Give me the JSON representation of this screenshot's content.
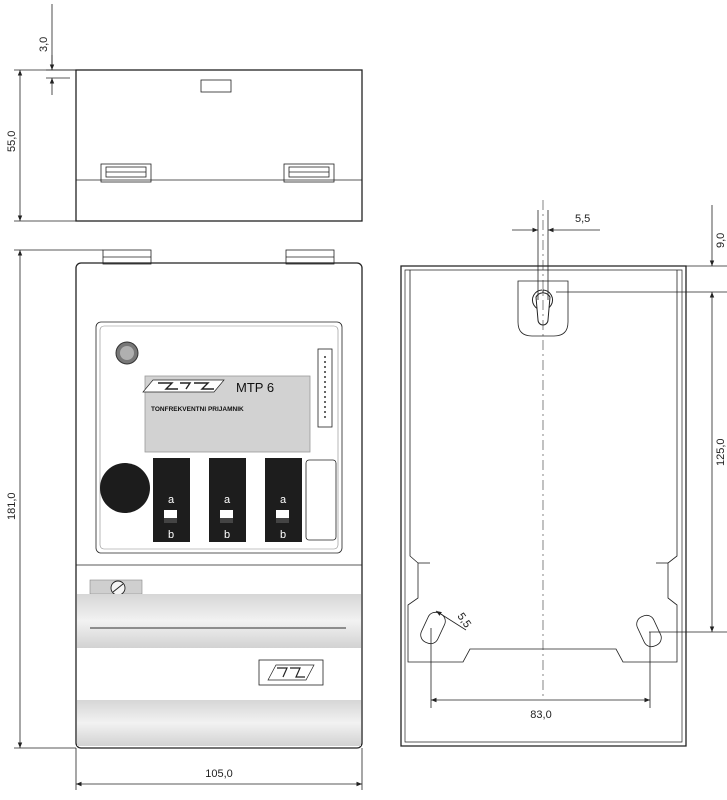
{
  "dimensions": {
    "top_gap": "3,0",
    "cover_height": "55,0",
    "total_height": "181,0",
    "total_width": "105,0",
    "hole_width": "5,5",
    "top_offset": "9,0",
    "mount_spacing_v": "125,0",
    "slot_size": "5,5",
    "mount_spacing_h": "83,0"
  },
  "device": {
    "model": "MTP 6",
    "subtitle": "TONFREKVENTNI PRIJAMNIK",
    "switch_top": "a",
    "switch_bottom": "b"
  },
  "colors": {
    "line": "#222222",
    "body": "#e8e8e8",
    "panel": "#ebebeb",
    "display": "#d0d0d0",
    "button": "#1c1c1c"
  }
}
